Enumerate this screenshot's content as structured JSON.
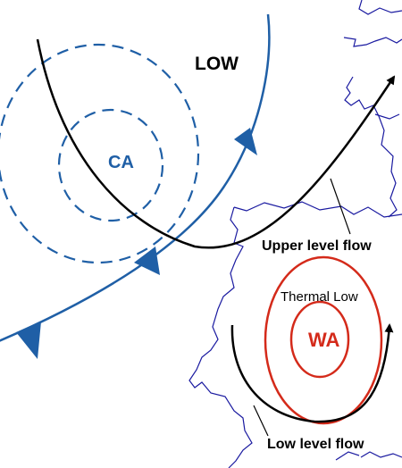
{
  "labels": {
    "low": "LOW",
    "cold_air": "CA",
    "upper_level_flow": "Upper level flow",
    "thermal_low": "Thermal Low",
    "warm_air": "WA",
    "low_level_flow": "Low level flow"
  },
  "colors": {
    "cold_front": "#1f5fa6",
    "cold_isobars": "#1f5fa6",
    "thermal_isobars": "#d42a1a",
    "warm_air_label": "#d42a1a",
    "flow_arrows": "#000000",
    "coastline": "#1a1aa0"
  }
}
